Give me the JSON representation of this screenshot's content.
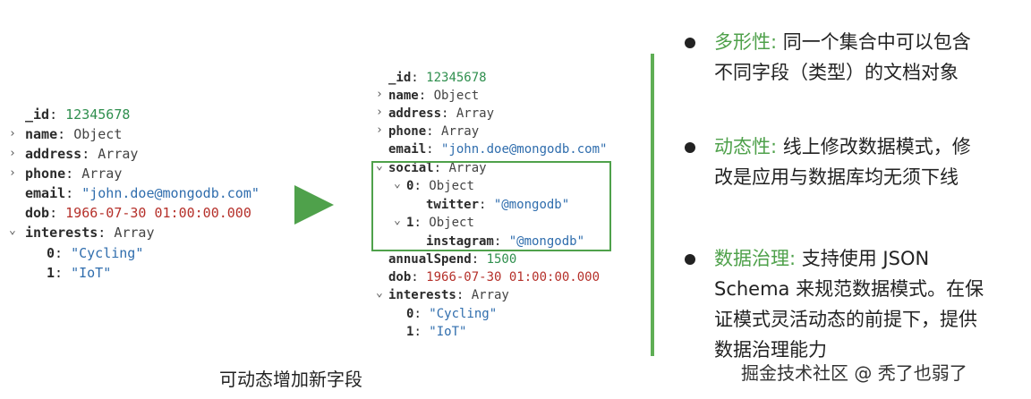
{
  "left_doc": {
    "id_key": "_id",
    "id_value": "12345678",
    "name_key": "name",
    "name_type": "Object",
    "address_key": "address",
    "address_type": "Array",
    "phone_key": "phone",
    "phone_type": "Array",
    "email_key": "email",
    "email_value": "\"john.doe@mongodb.com\"",
    "dob_key": "dob",
    "dob_value": "1966-07-30 01:00:00.000",
    "interests_key": "interests",
    "interests_type": "Array",
    "interests_items": [
      {
        "index": "0",
        "value": "\"Cycling\""
      },
      {
        "index": "1",
        "value": "\"IoT\""
      }
    ]
  },
  "right_doc": {
    "id_key": "_id",
    "id_value": "12345678",
    "name_key": "name",
    "name_type": "Object",
    "address_key": "address",
    "address_type": "Array",
    "phone_key": "phone",
    "phone_type": "Array",
    "email_key": "email",
    "email_value": "\"john.doe@mongodb.com\"",
    "social_key": "social",
    "social_type": "Array",
    "social_0_index": "0",
    "social_0_type": "Object",
    "twitter_key": "twitter",
    "twitter_value": "\"@mongodb\"",
    "social_1_index": "1",
    "social_1_type": "Object",
    "instagram_key": "instagram",
    "instagram_value": "\"@mongodb\"",
    "annual_key": "annualSpend",
    "annual_value": "1500",
    "dob_key": "dob",
    "dob_value": "1966-07-30 01:00:00.000",
    "interests_key": "interests",
    "interests_type": "Array",
    "interests_items": [
      {
        "index": "0",
        "value": "\"Cycling\""
      },
      {
        "index": "1",
        "value": "\"IoT\""
      }
    ]
  },
  "caption": "可动态增加新字段",
  "points": [
    {
      "label": "多形性:",
      "text_line1": " 同一个集合中可以包含",
      "text_line2": "不同字段（类型）的文档对象"
    },
    {
      "label": "动态性:",
      "text_line1": " 线上修改数据模式，修",
      "text_line2": "改是应用与数据库均无须下线"
    },
    {
      "label": "数据治理:",
      "text_line1": " 支持使用 JSON",
      "text_line2": "Schema 来规范数据模式。在保",
      "text_line3": "证模式灵活动态的前提下，提供",
      "text_line4": "数据治理能力"
    }
  ],
  "watermark": "掘金技术社区 @ 秃了也弱了",
  "colors": {
    "accent_green": "#4fa14b",
    "number_green": "#2f8f4e",
    "string_blue": "#2f6dad",
    "date_red": "#b5302a"
  }
}
